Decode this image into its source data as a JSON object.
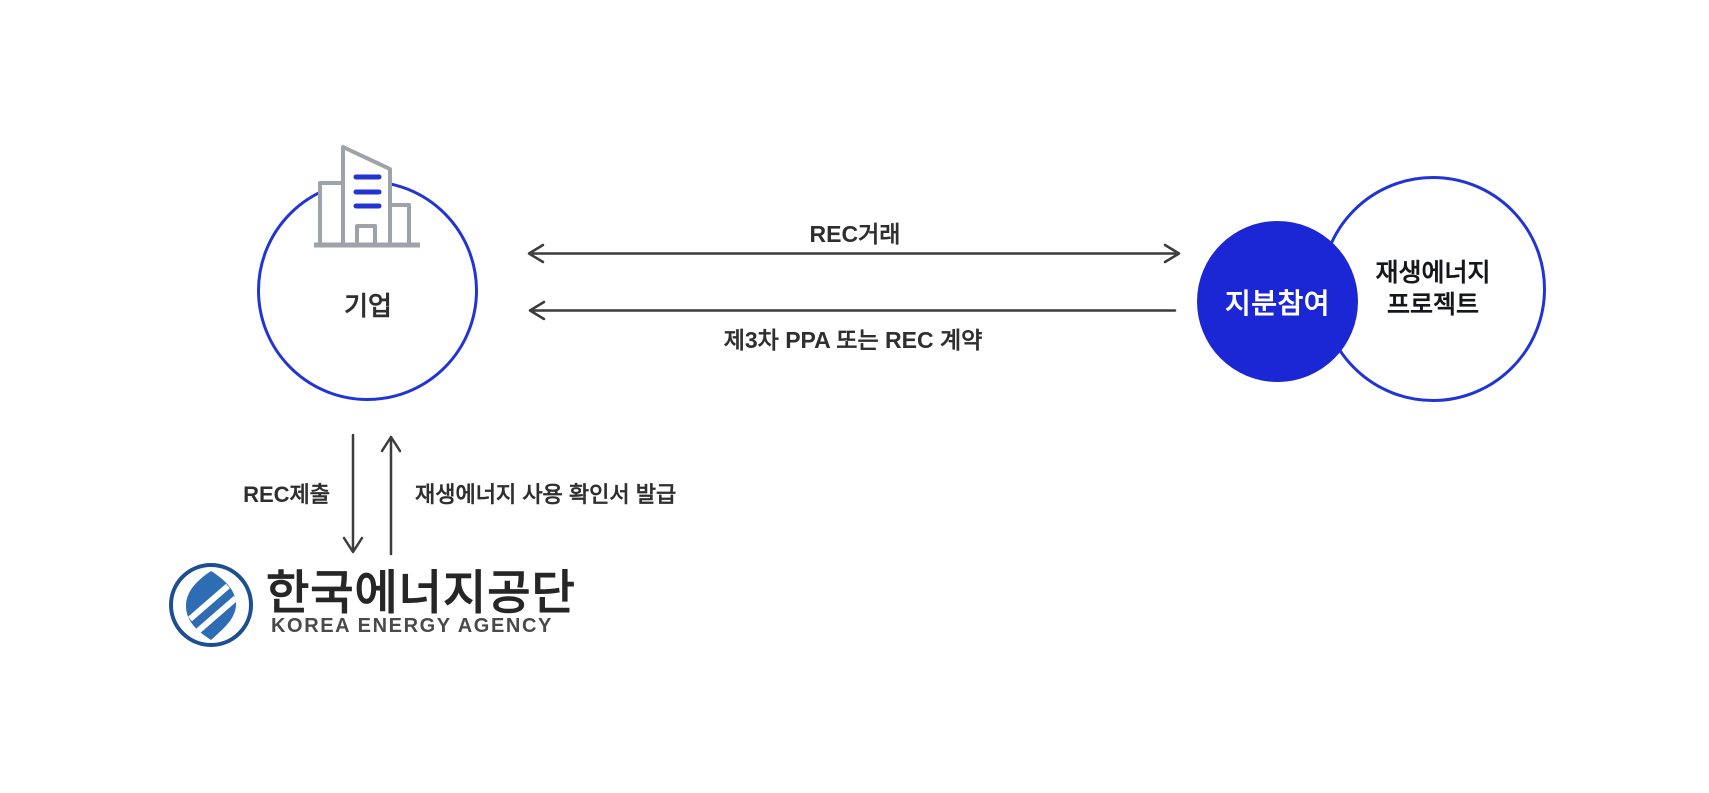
{
  "colors": {
    "accent_blue": "#2134D6",
    "fill_blue": "#1B27D5",
    "logo_blue": "#2E6CB4",
    "ring_blue": "#1D4E91",
    "arrow_gray": "#3C3C3C",
    "icon_gray": "#9EA3A9",
    "text_dark": "#2F2F2F"
  },
  "nodes": {
    "company": {
      "label": "기업",
      "icon": "building-icon"
    },
    "equity": {
      "label": "지분참여"
    },
    "project": {
      "label_line1": "재생에너지",
      "label_line2": "프로젝트"
    }
  },
  "arrows": {
    "rec_trade": {
      "label": "REC거래",
      "direction": "both"
    },
    "ppa_contract": {
      "label": "제3차 PPA 또는 REC 계약",
      "direction": "left"
    },
    "rec_submit": {
      "label": "REC제출",
      "direction": "down"
    },
    "confirmation": {
      "label": "재생에너지 사용 확인서 발급",
      "direction": "up"
    }
  },
  "agency": {
    "name_ko": "한국에너지공단",
    "name_en": "KOREA ENERGY AGENCY",
    "icon": "kea-drop-logo-icon"
  }
}
